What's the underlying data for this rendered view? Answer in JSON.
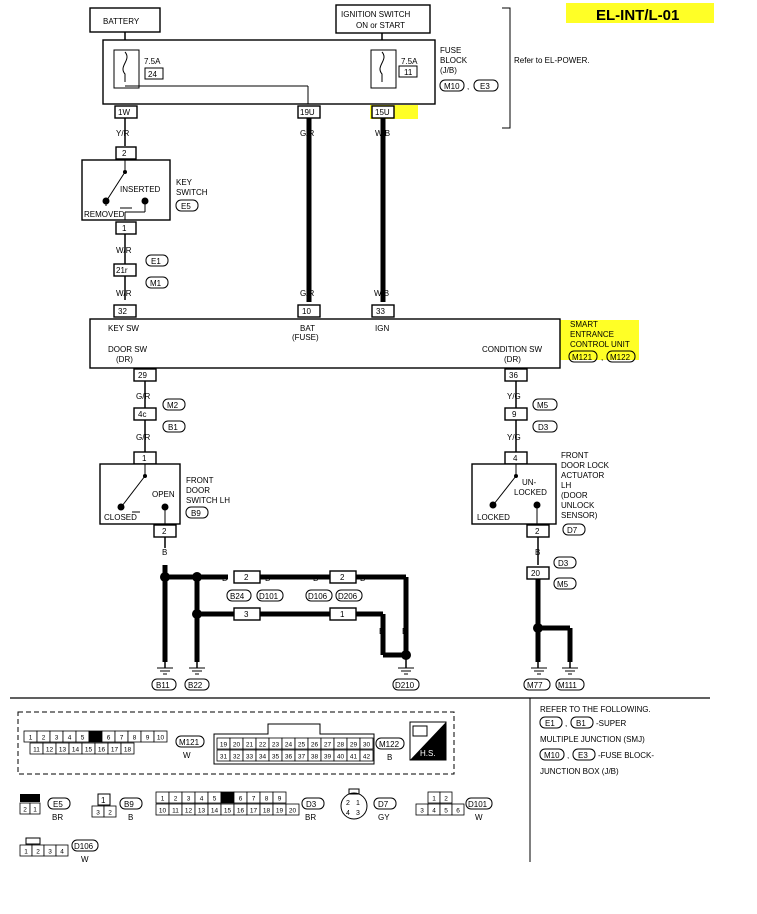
{
  "diagram_id": "EL-INT/L-01",
  "power": {
    "battery": "BATTERY",
    "ignition_l1": "IGNITION SWITCH",
    "ignition_l2": "ON or START",
    "fuse_amp_1": "7.5A",
    "fuse_no_1": "24",
    "fuse_amp_2": "7.5A",
    "fuse_no_2": "11",
    "fuse_block_l1": "FUSE",
    "fuse_block_l2": "BLOCK",
    "fuse_block_l3": "(J/B)",
    "conn_m10": "M10",
    "conn_e3": "E3",
    "refer_power": "Refer to EL-POWER.",
    "term_1w": "1W",
    "term_19u": "19U",
    "term_15u": "15U"
  },
  "wires": {
    "yr": "Y/R",
    "gr": "G/R",
    "wb": "W/B",
    "wr": "W/R",
    "yg": "Y/G",
    "b": "B"
  },
  "key_switch": {
    "pin_top": "2",
    "pin_bottom": "1",
    "inserted": "INSERTED",
    "removed": "REMOVED",
    "name_l1": "KEY",
    "name_l2": "SWITCH",
    "conn": "E5"
  },
  "junction": {
    "pin_21r": "21r",
    "e1": "E1",
    "m1": "M1",
    "pin_4c": "4c",
    "m2": "M2",
    "b1": "B1",
    "pin_9": "9",
    "m5": "M5",
    "d3": "D3"
  },
  "ecu": {
    "pin_32": "32",
    "pin_10": "10",
    "pin_33": "33",
    "key_sw": "KEY SW",
    "bat": "BAT",
    "fuse": "(FUSE)",
    "ign": "IGN",
    "door_sw": "DOOR SW",
    "dr_1": "(DR)",
    "condition_sw": "CONDITION SW",
    "dr_2": "(DR)",
    "name_l1": "SMART",
    "name_l2": "ENTRANCE",
    "name_l3": "CONTROL UNIT",
    "conn_m121": "M121",
    "conn_m122": "M122",
    "pin_29": "29",
    "pin_36": "36"
  },
  "door_switch": {
    "pin_top": "1",
    "pin_bottom": "2",
    "open": "OPEN",
    "closed": "CLOSED",
    "name_l1": "FRONT",
    "name_l2": "DOOR",
    "name_l3": "SWITCH LH",
    "conn": "B9"
  },
  "actuator": {
    "pin_top": "4",
    "pin_bottom": "2",
    "unlocked_l1": "UN-",
    "unlocked_l2": "LOCKED",
    "locked": "LOCKED",
    "name_l1": "FRONT",
    "name_l2": "DOOR LOCK",
    "name_l3": "ACTUATOR",
    "name_l4": "LH",
    "name_l5": "(DOOR",
    "name_l6": "UNLOCK",
    "name_l7": "SENSOR)",
    "conn": "D7"
  },
  "ground": {
    "pin_2a": "2",
    "pin_3": "3",
    "pin_2b": "2",
    "pin_1": "1",
    "b24": "B24",
    "d101": "D101",
    "d106": "D106",
    "d206": "D206",
    "pin_20": "20",
    "d3": "D3",
    "m5": "M5",
    "b11": "B11",
    "b22": "B22",
    "d210": "D210",
    "m77": "M77",
    "m111": "M111"
  },
  "connectors": {
    "m121_row1": [
      "1",
      "2",
      "3",
      "4",
      "5",
      "",
      "6",
      "7",
      "8",
      "9",
      "10"
    ],
    "m121_row2": [
      "11",
      "12",
      "13",
      "14",
      "15",
      "16",
      "17",
      "18"
    ],
    "m121": "M121",
    "m121_color": "W",
    "m122_row1": [
      "19",
      "20",
      "21",
      "22",
      "23",
      "24",
      "25",
      "26",
      "27",
      "28",
      "29",
      "30"
    ],
    "m122_row2": [
      "31",
      "32",
      "33",
      "34",
      "35",
      "36",
      "37",
      "38",
      "39",
      "40",
      "41",
      "42"
    ],
    "m122": "M122",
    "m122_color": "B",
    "hs": "H.S.",
    "e5_row2": [
      "2",
      "1"
    ],
    "e5": "E5",
    "e5_color": "BR",
    "b9_top": "1",
    "b9_row2": [
      "3",
      "2"
    ],
    "b9": "B9",
    "b9_color": "B",
    "d3_row1": [
      "1",
      "2",
      "3",
      "4",
      "5",
      "",
      "6",
      "7",
      "8",
      "9"
    ],
    "d3_row2": [
      "10",
      "11",
      "12",
      "13",
      "14",
      "15",
      "16",
      "17",
      "18",
      "19",
      "20"
    ],
    "d3": "D3",
    "d3_color": "BR",
    "d7_pins": [
      "2",
      "1",
      "4",
      "3"
    ],
    "d7": "D7",
    "d7_color": "GY",
    "d101_row1": [
      "1",
      "2"
    ],
    "d101_row2": [
      "3",
      "4",
      "5",
      "6"
    ],
    "d101": "D101",
    "d101_color": "W",
    "d106_pins": [
      "1",
      "2",
      "3",
      "4"
    ],
    "d106": "D106",
    "d106_color": "W"
  },
  "refer": {
    "l1": "REFER TO THE FOLLOWING.",
    "e1": "E1",
    "b1": "B1",
    "l2": "-SUPER",
    "l3": "MULTIPLE JUNCTION (SMJ)",
    "m10": "M10",
    "e3": "E3",
    "l4": "-FUSE BLOCK-",
    "l5": "JUNCTION BOX (J/B)"
  },
  "highlight_color": "#ffff00"
}
